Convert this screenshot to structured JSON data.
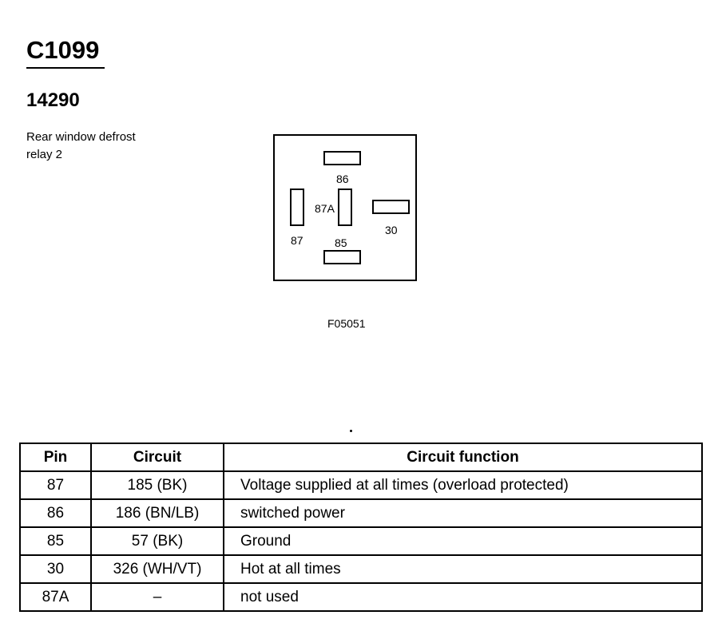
{
  "header": {
    "connector_id": "C1099",
    "part_number": "14290",
    "description_lines": [
      "Rear window defrost",
      "relay 2"
    ]
  },
  "diagram": {
    "pins": [
      {
        "label": "86",
        "orientation": "horizontal"
      },
      {
        "label": "87A",
        "orientation": "vertical"
      },
      {
        "label": "30",
        "orientation": "horizontal"
      },
      {
        "label": "87",
        "orientation": "vertical"
      },
      {
        "label": "85",
        "orientation": "horizontal"
      }
    ],
    "figure_code": "F05051"
  },
  "table": {
    "headers": {
      "pin": "Pin",
      "circuit": "Circuit",
      "function": "Circuit function"
    },
    "rows": [
      {
        "pin": "87",
        "circuit": "185 (BK)",
        "function": "Voltage supplied at all times (overload protected)"
      },
      {
        "pin": "86",
        "circuit": "186 (BN/LB)",
        "function": "switched power"
      },
      {
        "pin": "85",
        "circuit": "57 (BK)",
        "function": "Ground"
      },
      {
        "pin": "30",
        "circuit": "326 (WH/VT)",
        "function": "Hot at all times"
      },
      {
        "pin": "87A",
        "circuit": "–",
        "function": "not used"
      }
    ]
  }
}
